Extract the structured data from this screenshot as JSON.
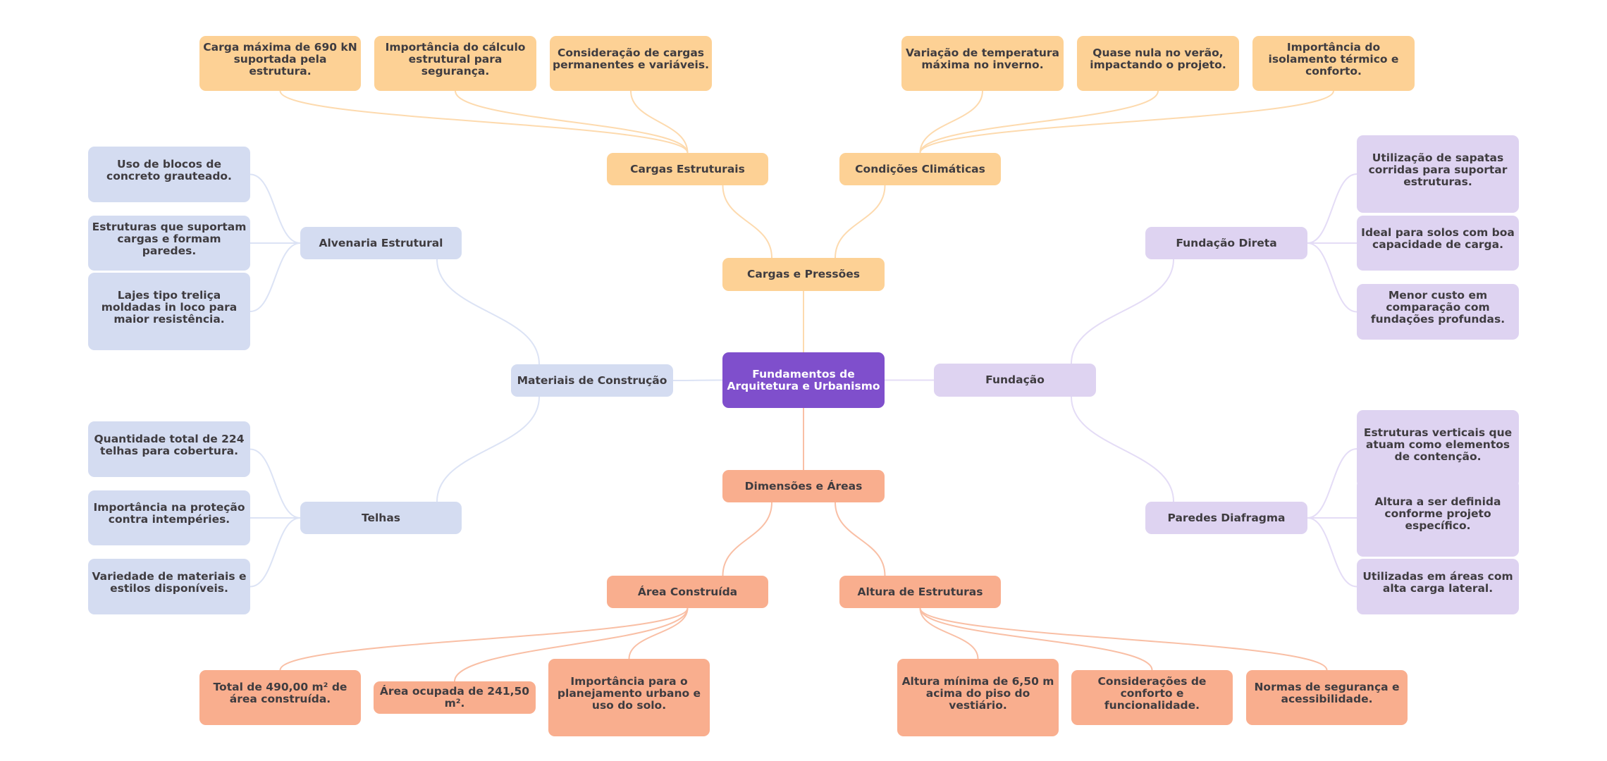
{
  "title": "Fundamentos de Arquitetura e Urbanismo",
  "colors": {
    "root": "#7F4FCC",
    "cargas_branch": "#FDD195",
    "dimensoes_branch": "#F9AE8E",
    "materiais_branch": "#D4DCF1",
    "fundacao_branch": "#DED3F1",
    "text": "#3F3C40"
  },
  "root": {
    "label": "Fundamentos de Arquitetura e Urbanismo"
  },
  "branches": {
    "cargas": {
      "label": "Cargas e Pressões",
      "children": {
        "estruturais": {
          "label": "Cargas Estruturais",
          "leaves": [
            "Carga máxima de 690 kN suportada pela estrutura.",
            "Importância do cálculo estrutural para segurança.",
            "Consideração de cargas permanentes e variáveis."
          ]
        },
        "climaticas": {
          "label": "Condições Climáticas",
          "leaves": [
            "Variação de temperatura máxima no inverno.",
            "Quase nula no verão, impactando o projeto.",
            "Importância do isolamento térmico e conforto."
          ]
        }
      }
    },
    "materiais": {
      "label": "Materiais de Construção",
      "children": {
        "alvenaria": {
          "label": "Alvenaria Estrutural",
          "leaves": [
            "Uso de blocos de concreto grauteado.",
            "Estruturas que suportam cargas e formam paredes.",
            "Lajes tipo treliça moldadas in loco para maior resistência."
          ]
        },
        "telhas": {
          "label": "Telhas",
          "leaves": [
            "Quantidade total de 224 telhas para cobertura.",
            "Importância na proteção contra intempéries.",
            "Variedade de materiais e estilos disponíveis."
          ]
        }
      }
    },
    "fundacao": {
      "label": "Fundação",
      "children": {
        "direta": {
          "label": "Fundação Direta",
          "leaves": [
            "Utilização de sapatas corridas para suportar estruturas.",
            "Ideal para solos com boa capacidade de carga.",
            "Menor custo em comparação com fundações profundas."
          ]
        },
        "diafragma": {
          "label": "Paredes Diafragma",
          "leaves": [
            "Estruturas verticais que atuam como elementos de contenção.",
            "Altura a ser definida conforme projeto específico.",
            "Utilizadas em áreas com alta carga lateral."
          ]
        }
      }
    },
    "dimensoes": {
      "label": "Dimensões e Áreas",
      "children": {
        "area": {
          "label": "Área Construída",
          "leaves": [
            "Total de 490,00 m² de área construída.",
            "Área ocupada de 241,50 m².",
            "Importância para o planejamento urbano e uso do solo."
          ]
        },
        "altura": {
          "label": "Altura de Estruturas",
          "leaves": [
            "Altura mínima de 6,50 m acima do piso do vestiário.",
            "Considerações de conforto e funcionalidade.",
            "Normas de segurança e acessibilidade."
          ]
        }
      }
    }
  }
}
